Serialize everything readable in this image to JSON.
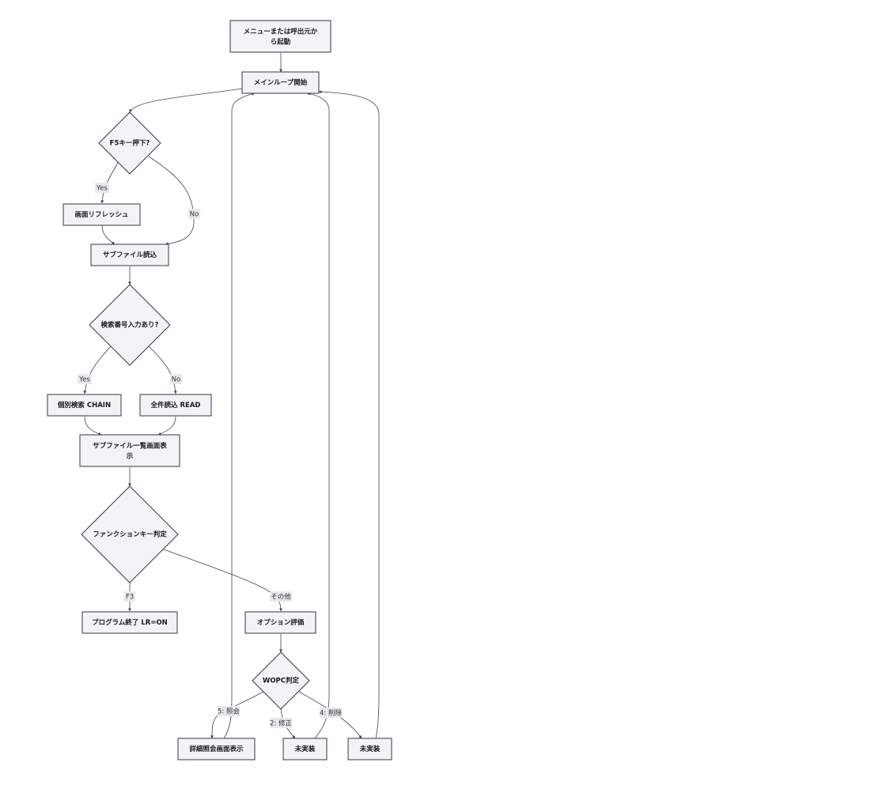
{
  "nodes": {
    "start": "メニューまたは呼出元から起動",
    "main_loop": "メインループ開始",
    "f5_check": "F5キー押下?",
    "refresh": "画面リフレッシュ",
    "subfile_load": "サブファイル読込",
    "search_check": "検索番号入力あり?",
    "chain_search": "個別検索 CHAIN",
    "read_all": "全件読込 READ",
    "subfile_display": "サブファイル一覧画面表示",
    "fkey_check": "ファンクションキー判定",
    "end_program": "プログラム終了 LR=ON",
    "option_eval": "オプション評価",
    "wopc_check": "WOPC判定",
    "detail_view": "詳細照会画面表示",
    "not_impl_1": "未実装",
    "not_impl_2": "未実装"
  },
  "edge_labels": {
    "f5_yes": "Yes",
    "f5_no": "No",
    "search_yes": "Yes",
    "search_no": "No",
    "fkey_f3": "F3",
    "fkey_other": "その他",
    "wopc_5": "5: 照会",
    "wopc_2": "2: 修正",
    "wopc_4": "4: 削除"
  }
}
